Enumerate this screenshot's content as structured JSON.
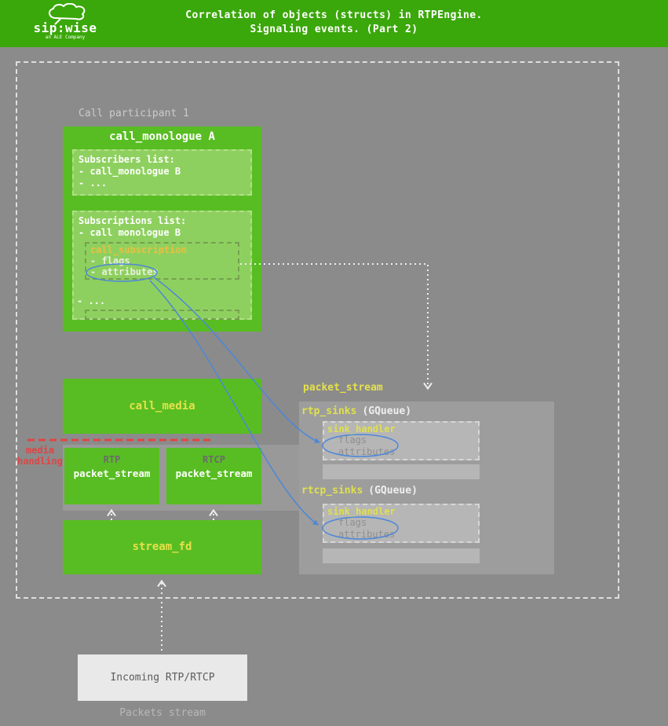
{
  "header": {
    "brand": "sip:wise",
    "brand_sub": "an ALE Company",
    "title_line1": "Correlation of objects (structs) in RTPEngine.",
    "title_line2": "Signaling events. (Part 2)"
  },
  "diagram": {
    "call_participant": "Call participant 1",
    "monologue": {
      "title": "call_monologue A",
      "subscribers_title": "Subscribers list:",
      "subscribers_item1": "- call_monologue B",
      "subscribers_item2": "- ...",
      "subscriptions_title": "Subscriptions list:",
      "subscriptions_item1": "- call monologue B",
      "subscription": {
        "title": "call_subscription",
        "flags": "- flags",
        "attributes": "- attributes"
      },
      "subscriptions_more": "- ..."
    },
    "call_media": "call_media",
    "media_handling_line1": "media",
    "media_handling_line2": "handling",
    "rtp_label": "RTP",
    "rtp_packet_stream": "packet_stream",
    "rtcp_label": "RTCP",
    "rtcp_packet_stream": "packet_stream",
    "stream_fd": "stream_fd",
    "incoming": "Incoming RTP/RTCP",
    "packets_stream": "Packets stream",
    "right": {
      "packet_stream_label": "packet_stream",
      "rtp_sinks": "rtp_sinks",
      "rtp_sinks_type": "(GQueue)",
      "rtp_handler": {
        "title": "sink_handler",
        "flags": "flags",
        "attributes": "attributes"
      },
      "rtcp_sinks": "rtcp_sinks",
      "rtcp_sinks_type": "(GQueue)",
      "rtcp_handler": {
        "title": "sink_handler",
        "flags": "flags",
        "attributes": "attributes"
      }
    }
  },
  "colors": {
    "header_green": "#3aa70a",
    "box_green": "#58bd22",
    "inner_green": "#8ed05f",
    "yellow": "#e5e14b",
    "orange_yellow": "#e7c041",
    "blue": "#4d87d8",
    "red": "#e04545",
    "background_gray": "#8b8b8b",
    "panel_gray": "#9d9d9d",
    "light_gray_box": "#b6b6b6"
  }
}
